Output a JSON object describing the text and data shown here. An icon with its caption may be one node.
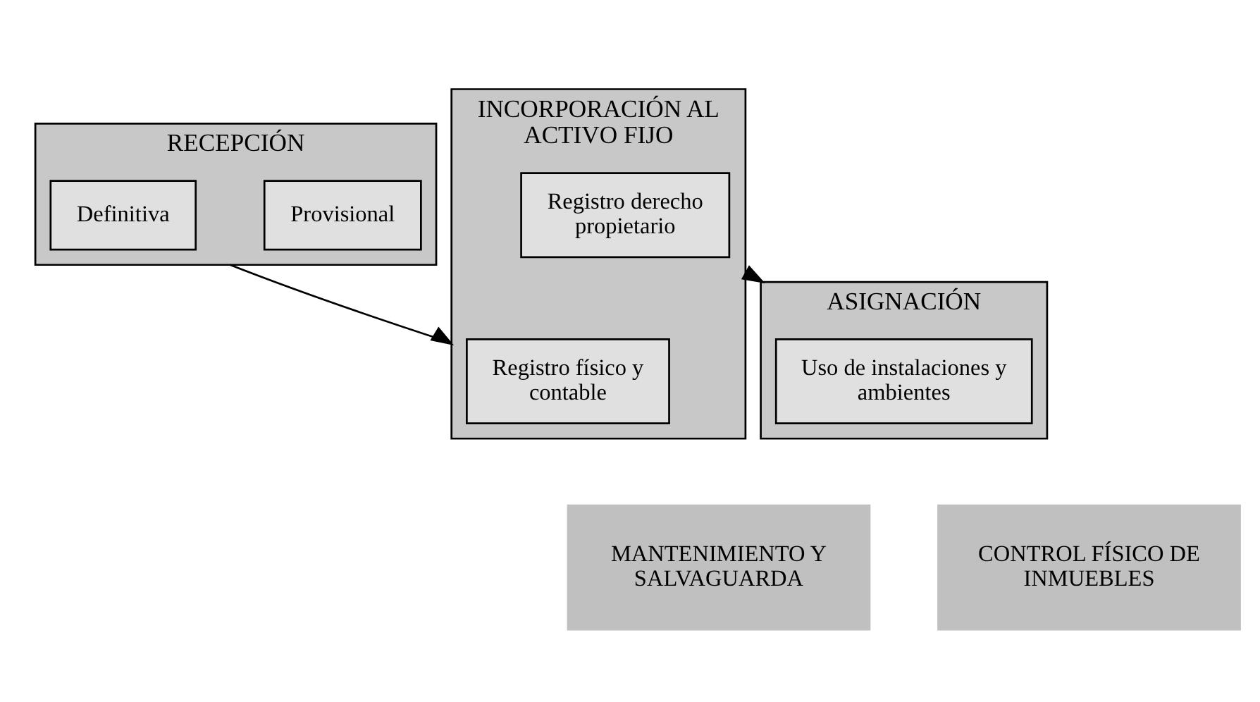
{
  "diagram": {
    "nodes": [
      {
        "text": [
          "RECEPCIÓN"
        ]
      },
      {
        "text": [
          "Provisional"
        ],
        "in": 0
      },
      {
        "text": [
          "Definitiva"
        ],
        "in": 0
      },
      {
        "text": [
          "INCORPORACIÓN AL ACTIVO FIJO"
        ]
      },
      {
        "text": [
          "Registro físico y contable"
        ],
        "in": 3
      },
      {
        "text": [
          "Registro derecho propietario"
        ],
        "in": 3
      },
      {
        "text": [
          "ASIGNACIÓN"
        ]
      },
      {
        "text": [
          "Uso de instalaciones y ambientes"
        ],
        "in": 6
      },
      {
        "text": [
          "MANTENIMIENTO Y SALVAGUARDA"
        ]
      },
      {
        "text": [
          "CONTROL FÍSICO DE INMUEBLES"
        ]
      }
    ],
    "edges": [
      {
        "from": 0,
        "to": 3,
        "arrow": "to"
      },
      {
        "from": 3,
        "to": 6,
        "arrow": "to"
      }
    ]
  }
}
